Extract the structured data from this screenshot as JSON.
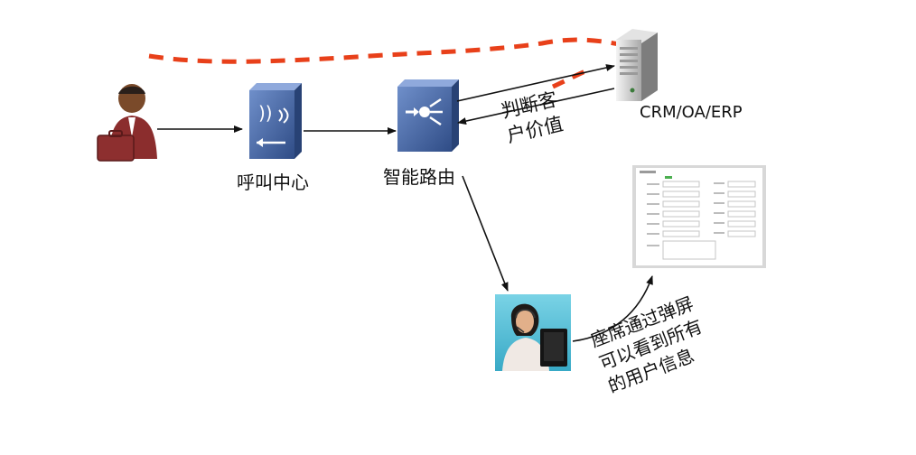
{
  "nodes": {
    "call_center": "呼叫中心",
    "smart_router": "智能路由",
    "crm_server": "CRM/OA/ERP"
  },
  "edge_labels": {
    "judge_customer_value": "判断客\n户价值",
    "agent_screen_pop": "座席通过弹屏\n可以看到所有\n的用户信息"
  },
  "icons": {
    "customer": "businessman-with-briefcase-icon",
    "call_center": "call-center-device-icon",
    "router": "router-icon",
    "server": "server-tower-icon",
    "agent": "call-agent-headset-icon",
    "screen": "crm-screen-form-icon"
  },
  "colors": {
    "dashed_path": "#e8401a",
    "device_blue": "#3e5f9e",
    "arrow": "#111111"
  }
}
